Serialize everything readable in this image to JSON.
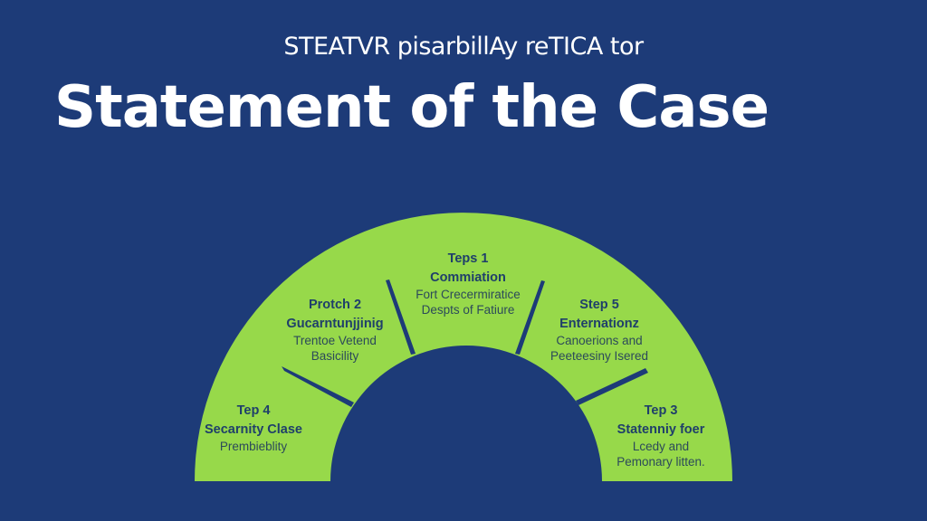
{
  "header": {
    "subtitle": "STEATVR pisarbillAy reTICA tor",
    "title": "Statement of the Case"
  },
  "colors": {
    "background": "#1d3b78",
    "arch": "#97d94a",
    "text_dark": "#1f3f6a",
    "title_text": "#ffffff"
  },
  "diagram": {
    "type": "semicircle-arch",
    "segments": [
      {
        "position": "left-bottom",
        "step": "Tep 4",
        "heading": "Secarnity Clase",
        "desc_lines": [
          "Prembieblity"
        ]
      },
      {
        "position": "left-upper",
        "step": "Protch 2",
        "heading": "Gucarntunjjinig",
        "desc_lines": [
          "Trentoe Vetend",
          "Basicility"
        ]
      },
      {
        "position": "top-center",
        "step": "Teps 1",
        "heading": "Commiation",
        "desc_lines": [
          "Fort Crecermiratice",
          "Despts of Fatiure"
        ]
      },
      {
        "position": "right-upper",
        "step": "Step 5",
        "heading": "Enternationz",
        "desc_lines": [
          "Canoerions and",
          "Peeteesiny Isered"
        ]
      },
      {
        "position": "right-bottom",
        "step": "Tep 3",
        "heading": "Statenniy foer",
        "desc_lines": [
          "Lcedy and",
          "Pemonary litten."
        ]
      }
    ]
  }
}
